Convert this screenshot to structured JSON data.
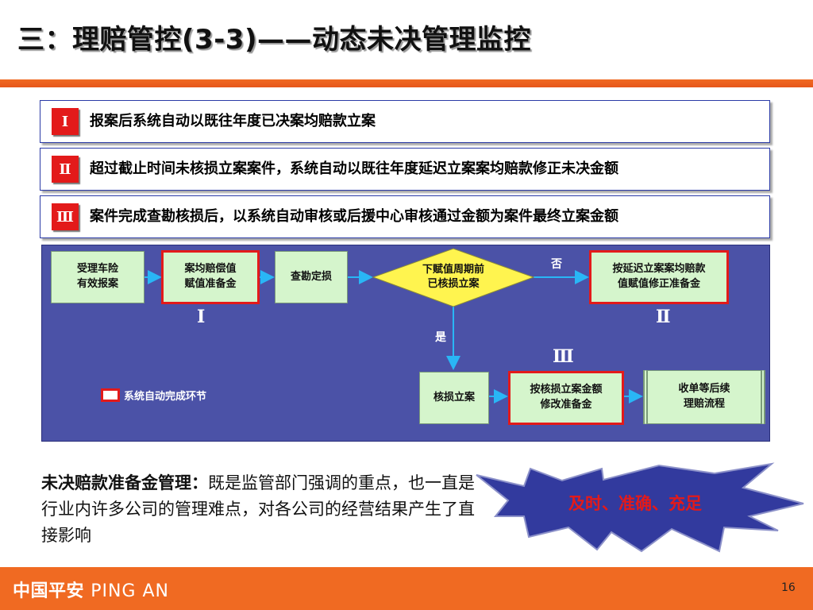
{
  "slide": {
    "title": "三：理赔管控(3-3)——动态未决管理监控",
    "rules": [
      {
        "num": "Ⅰ",
        "text": "报案后系统自动以既往年度已决案均赔款立案"
      },
      {
        "num": "Ⅱ",
        "text": "超过截止时间未核损立案案件，系统自动以既往年度延迟立案案均赔款修正未决金额"
      },
      {
        "num": "Ⅲ",
        "text": "案件完成查勘核损后，以系统自动审核或后援中心审核通过金额为案件最终立案金额"
      }
    ],
    "flow": {
      "box1": [
        "受理车险",
        "有效报案"
      ],
      "box2": [
        "案均赔偿值",
        "赋值准备金"
      ],
      "box3": "查勘定损",
      "decision": [
        "下赋值周期前",
        "已核损立案"
      ],
      "no_label": "否",
      "yes_label": "是",
      "box_no": [
        "按延迟立案案均赔款",
        "值赋值修正准备金"
      ],
      "box_yes": "核损立案",
      "box_adjust": [
        "按核损立案金额",
        "修改准备金"
      ],
      "box_end": [
        "收单等后续",
        "理赔流程"
      ],
      "roman1": "Ⅰ",
      "roman2": "Ⅱ",
      "roman3": "Ⅲ",
      "legend": "系统自动完成环节"
    },
    "note": {
      "lead": "未决赔款准备金管理：",
      "body": "既是监管部门强调的重点，也一直是行业内许多公司的管理难点，对各公司的经营结果产生了直接影响"
    },
    "star_text": "及时、准确、充足",
    "footer": {
      "logo_cn": "中国平安",
      "logo_en": "PING AN",
      "page": "16"
    }
  },
  "colors": {
    "accent": "#f06a22",
    "badge": "#e31a1a",
    "flow_bg": "#4b52a7",
    "box_fill": "#d5f5cc",
    "arrow": "#29b6f6"
  }
}
